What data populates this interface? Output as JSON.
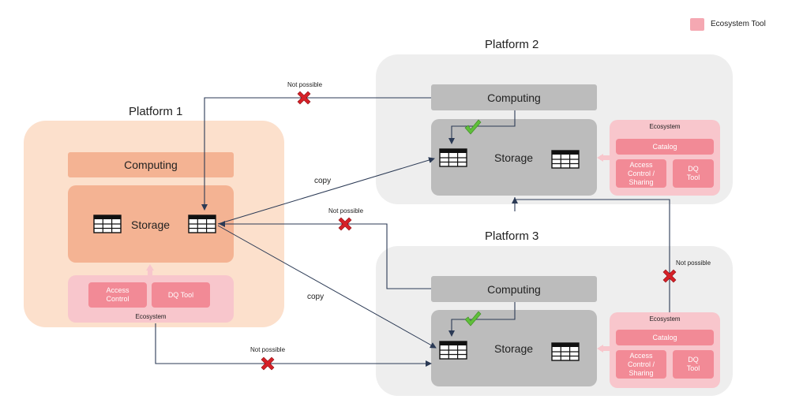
{
  "legend": {
    "label": "Ecosystem Tool",
    "color": "#f5a8b2"
  },
  "platform1": {
    "title": "Platform 1",
    "computing": "Computing",
    "storage": "Storage",
    "ecosystem": {
      "label": "Ecosystem",
      "tools": [
        "Access\nControl",
        "DQ Tool"
      ]
    }
  },
  "platform2": {
    "title": "Platform 2",
    "computing": "Computing",
    "storage": "Storage",
    "ecosystem": {
      "label": "Ecosystem",
      "catalog": "Catalog",
      "tools": [
        "Access\nControl /\nSharing",
        "DQ\nTool"
      ]
    }
  },
  "platform3": {
    "title": "Platform 3",
    "computing": "Computing",
    "storage": "Storage",
    "ecosystem": {
      "label": "Ecosystem",
      "catalog": "Catalog",
      "tools": [
        "Access\nControl /\nSharing",
        "DQ\nTool"
      ]
    }
  },
  "edges": {
    "copy_1": "copy",
    "copy_2": "copy",
    "not_possible_1": "Not possible",
    "not_possible_2": "Not possible",
    "not_possible_3": "Not possible",
    "not_possible_4": "Not possible"
  },
  "colors": {
    "platform1_bg": "#fce0cc",
    "platform1_box": "#f4b393",
    "grey_bg": "#eeeeee",
    "grey_box": "#bcbcbc",
    "ecosystem_bg": "#f8c6cc",
    "ecosystem_tool": "#f28a96",
    "arrow": "#2b3a55",
    "cross": "#d62027",
    "check": "#5fbf3a"
  }
}
